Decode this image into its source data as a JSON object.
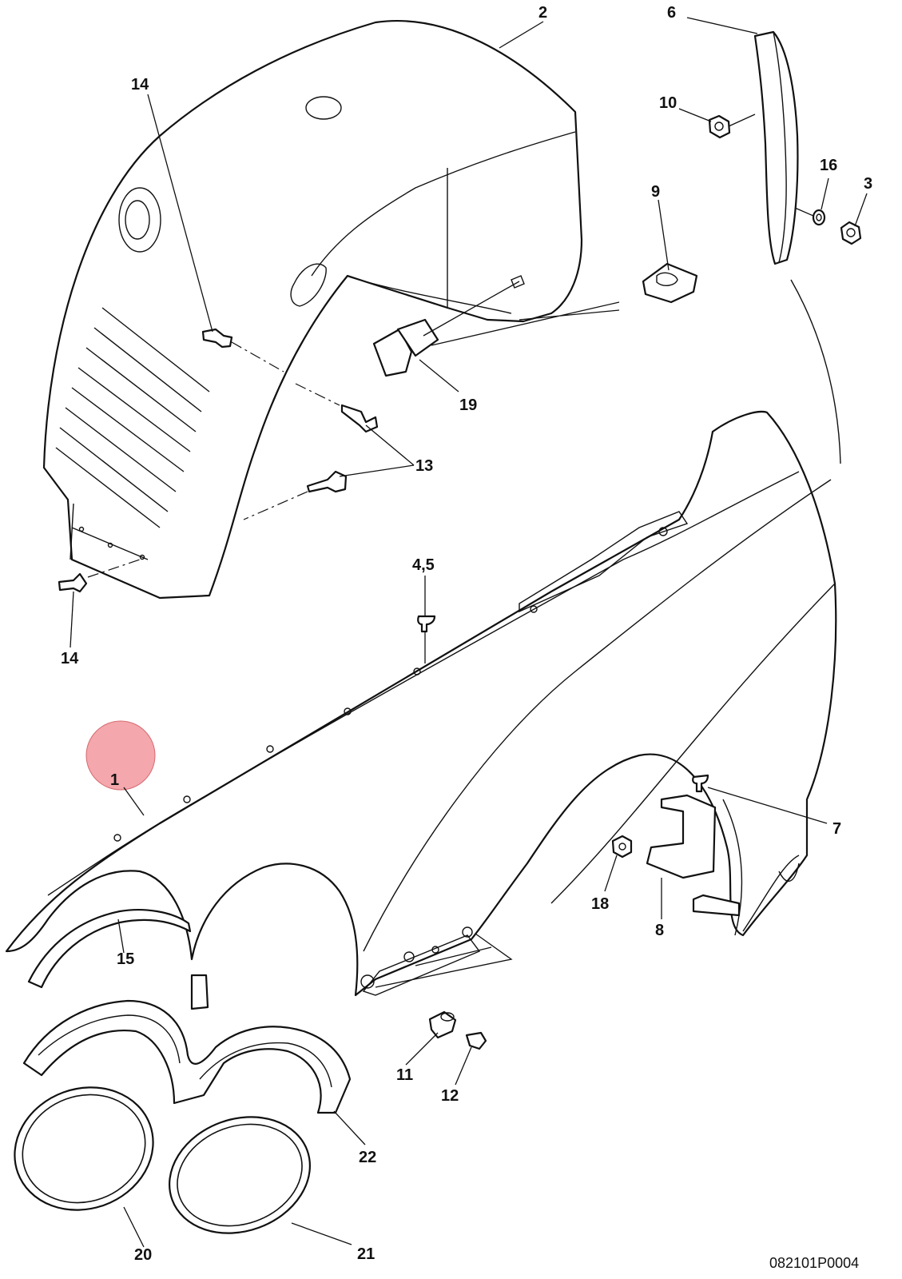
{
  "diagram": {
    "highlight_color": "#f08a90",
    "line_color": "#111111",
    "drawing_code": "082101P0004",
    "callouts": {
      "c1": "1",
      "c2": "2",
      "c3": "3",
      "c45": "4,5",
      "c6": "6",
      "c7": "7",
      "c8": "8",
      "c9": "9",
      "c10": "10",
      "c11": "11",
      "c12": "12",
      "c13": "13",
      "c14a": "14",
      "c14b": "14",
      "c15": "15",
      "c16": "16",
      "c18": "18",
      "c19": "19",
      "c20": "20",
      "c21": "21",
      "c22": "22"
    }
  }
}
